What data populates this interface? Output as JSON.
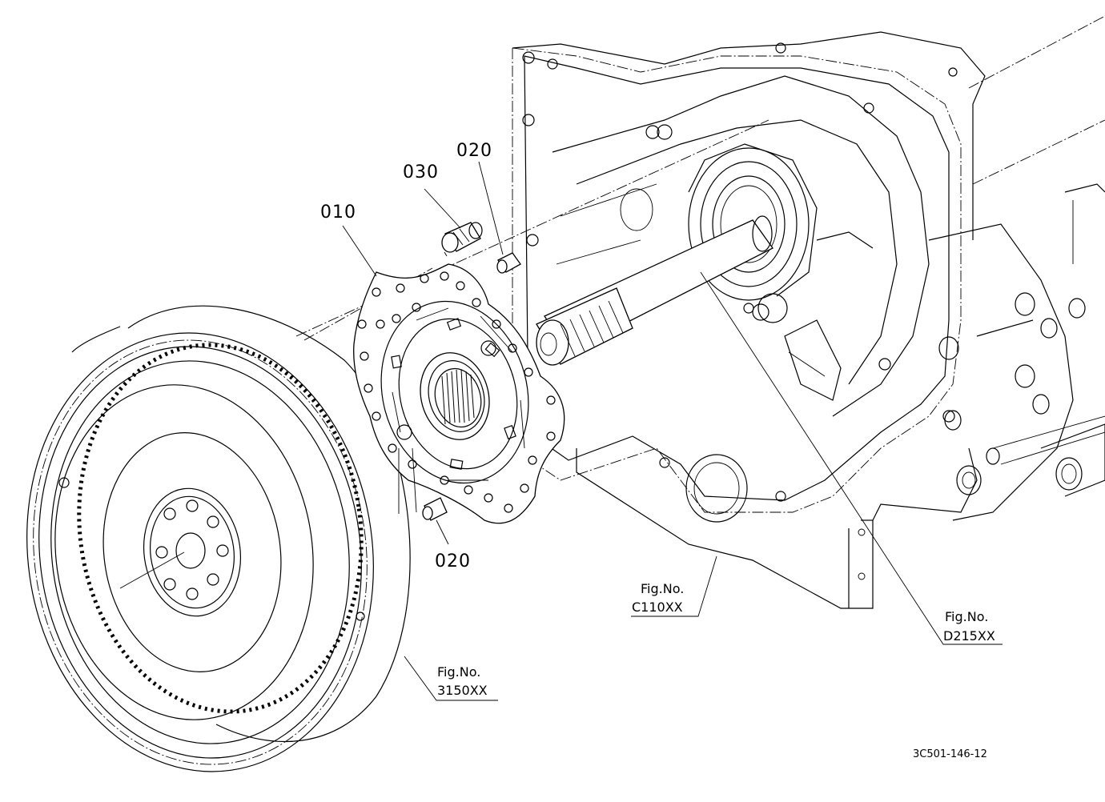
{
  "diagram": {
    "part_labels": {
      "p010": "010",
      "p030": "030",
      "p020_top": "020",
      "p020_bottom": "020"
    },
    "figure_refs": {
      "c110": {
        "prefix": "Fig.No.",
        "code": "C110XX"
      },
      "d215": {
        "prefix": "Fig.No.",
        "code": "D215XX"
      },
      "f3150": {
        "prefix": "Fig.No.",
        "code": "3150XX"
      }
    },
    "drawing_code": "3C501-146-12"
  },
  "colors": {
    "line": "#000000",
    "background": "#ffffff"
  }
}
